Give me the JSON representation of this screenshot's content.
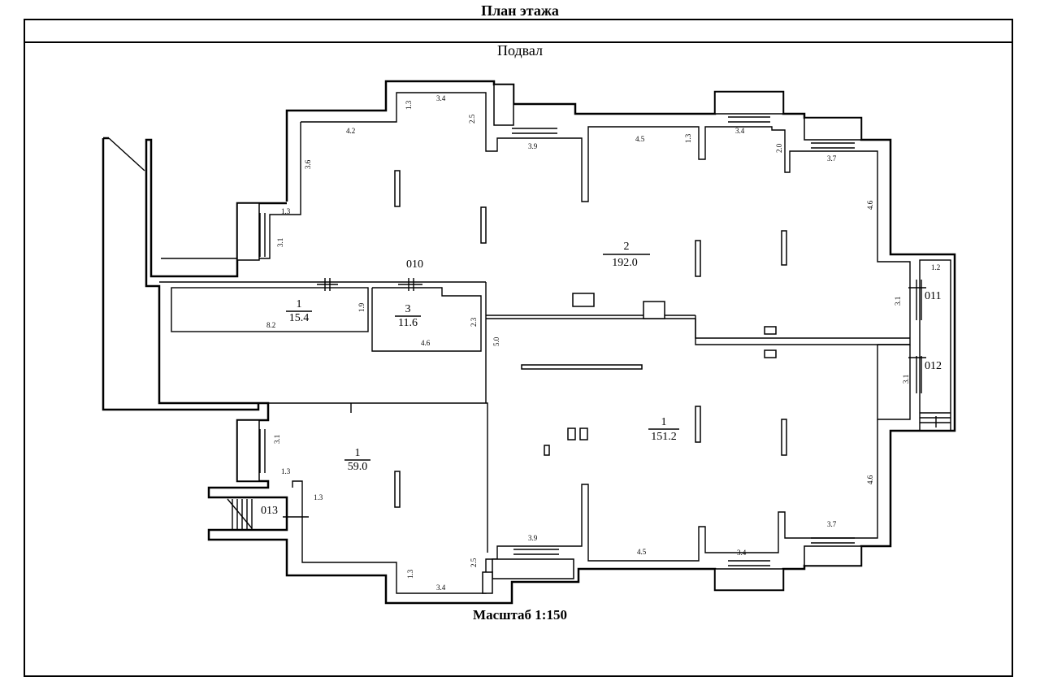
{
  "header": {
    "title": "План этажа",
    "subtitle": "Подвал"
  },
  "footer": {
    "scale": "Масштаб 1:150"
  },
  "rooms": [
    {
      "id": "room-2",
      "number": "2",
      "area": "192.0"
    },
    {
      "id": "room-1-main",
      "number": "1",
      "area": "151.2"
    },
    {
      "id": "room-1-left",
      "number": "1",
      "area": "59.0"
    },
    {
      "id": "room-1-small",
      "number": "1",
      "area": "15.4"
    },
    {
      "id": "room-3",
      "number": "3",
      "area": "11.6"
    }
  ],
  "codes": {
    "c010": "010",
    "c011": "011",
    "c012": "012",
    "c013": "013"
  },
  "dimensions": {
    "d1": "3.4",
    "d2": "1.3",
    "d3": "2.5",
    "d4": "4.2",
    "d5": "3.6",
    "d6": "1.3",
    "d7": "3.1",
    "d8": "3.9",
    "d9": "4.5",
    "d10": "1.3",
    "d11": "3.4",
    "d12": "2.0",
    "d13": "3.7",
    "d14": "4.6",
    "d15": "1.2",
    "d16": "3.1",
    "d17": "1.9",
    "d18": "8.2",
    "d19": "2.3",
    "d20": "4.6",
    "d21": "5.0",
    "d22": "3.1",
    "d23": "4.6",
    "d24": "3.1",
    "d25": "1.3",
    "d26": "1.3",
    "d27": "3.9",
    "d28": "2.5",
    "d29": "1.3",
    "d30": "3.4",
    "d31": "4.5",
    "d32": "3.4",
    "d33": "3.7"
  }
}
